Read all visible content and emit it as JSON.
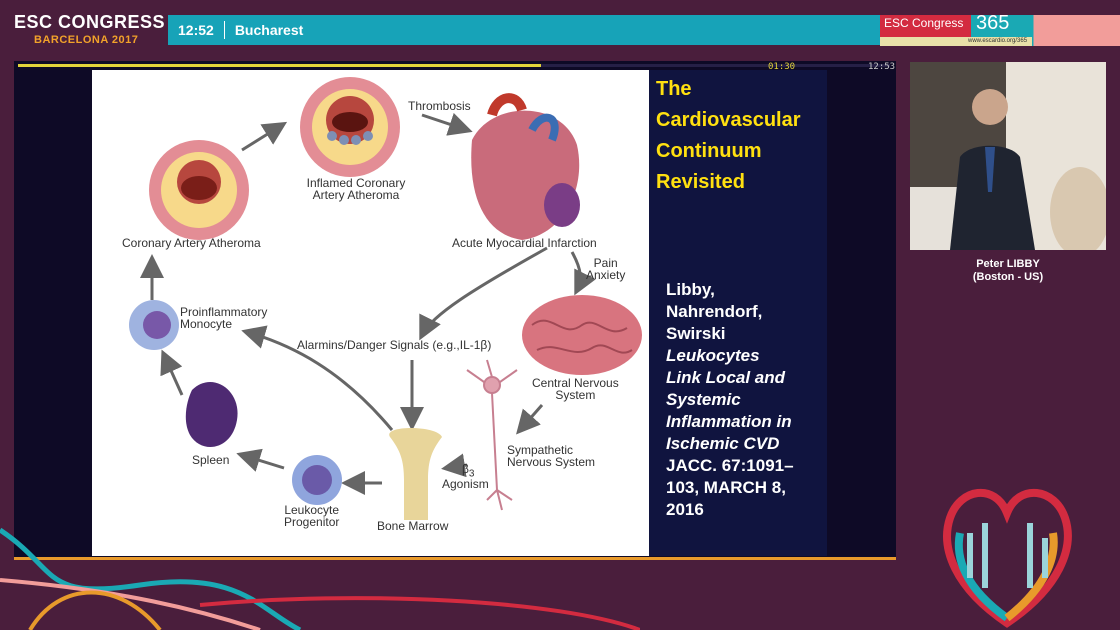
{
  "header": {
    "logo_main": "ESC CONGRESS",
    "logo_sub": "BARCELONA 2017",
    "time": "12:52",
    "location": "Bucharest",
    "brand_text": "ESC Congress",
    "brand_num": "365",
    "brand_url": "www.escardio.org/365"
  },
  "player": {
    "elapsed": "01:30",
    "clock": "12:53",
    "progress_fraction": 0.6
  },
  "slide": {
    "title_lines": [
      "The",
      "Cardiovascular",
      "Continuum",
      "Revisited"
    ],
    "reference": {
      "authors": [
        "Libby,",
        "Nahrendorf,",
        "Swirski"
      ],
      "title_lines": [
        "Leukocytes",
        "Link Local and",
        "Systemic",
        "Inflammation in",
        "Ischemic CVD"
      ],
      "journal_lines": [
        "JACC. 67:1091–",
        "103, MARCH 8,",
        "2016"
      ]
    },
    "diagram": {
      "thrombosis": "Thrombosis",
      "inflamed_1": "Inflamed Coronary",
      "inflamed_2": "Artery Atheroma",
      "coronary": "Coronary Artery Atheroma",
      "ami": "Acute Myocardial Infarction",
      "pain": "Pain",
      "anxiety": "Anxiety",
      "alarmins": "Alarmins/Danger Signals (e.g.,IL-1β)",
      "proinfl_1": "Proinflammatory",
      "proinfl_2": "Monocyte",
      "cns_1": "Central Nervous",
      "cns_2": "System",
      "sns_1": "Sympathetic",
      "sns_2": "Nervous System",
      "beta": "β",
      "beta_sub": "3",
      "agonism": "Agonism",
      "spleen": "Spleen",
      "leuko_1": "Leukocyte",
      "leuko_2": "Progenitor",
      "bone": "Bone Marrow"
    }
  },
  "speaker": {
    "name": "Peter LIBBY",
    "affiliation": "(Boston - US)"
  },
  "colors": {
    "background": "#4a1e3c",
    "topbar": "#17a3b8",
    "title_yellow": "#ffe010",
    "slide_navy": "#10143f"
  }
}
